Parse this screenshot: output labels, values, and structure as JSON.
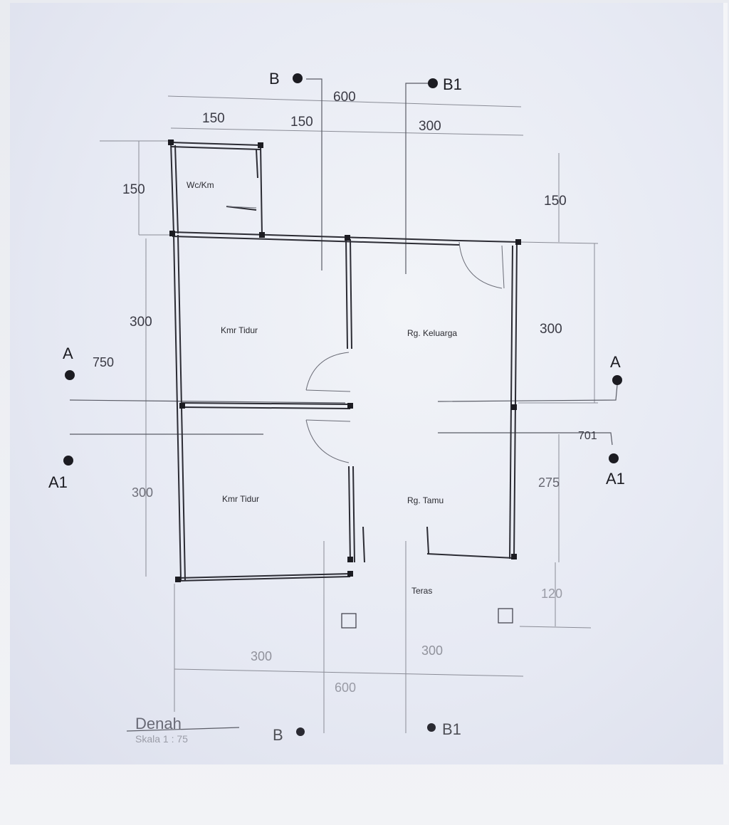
{
  "rooms": {
    "wc": "Wc/Km",
    "bedroom_top": "Kmr Tidur",
    "family_room": "Rg. Keluarga",
    "bedroom_bottom": "Kmr Tidur",
    "living_room": "Rg. Tamu",
    "terrace": "Teras"
  },
  "dimensions": {
    "top_600": "600",
    "top_150_a": "150",
    "top_150_b": "150",
    "top_300": "300",
    "left_150": "150",
    "right_150": "150",
    "left_300_a": "300",
    "right_300": "300",
    "left_750": "750",
    "right_701": "701",
    "left_300_b": "300",
    "right_275": "275",
    "right_120": "120",
    "bottom_300_a": "300",
    "bottom_300_b": "300",
    "bottom_600": "600"
  },
  "markers": {
    "b_top": "B",
    "b1_top": "B1",
    "a_left": "A",
    "a_right": "A",
    "a1_left": "A1",
    "a1_right": "A1",
    "b_bottom": "B",
    "b1_bottom": "B1"
  },
  "caption": {
    "title": "Denah",
    "scale": "Skala 1 : 75"
  },
  "colors": {
    "wall": "#2c2c34",
    "dim_line": "#8a8c96",
    "screen_bg": "#e6e9f3"
  }
}
